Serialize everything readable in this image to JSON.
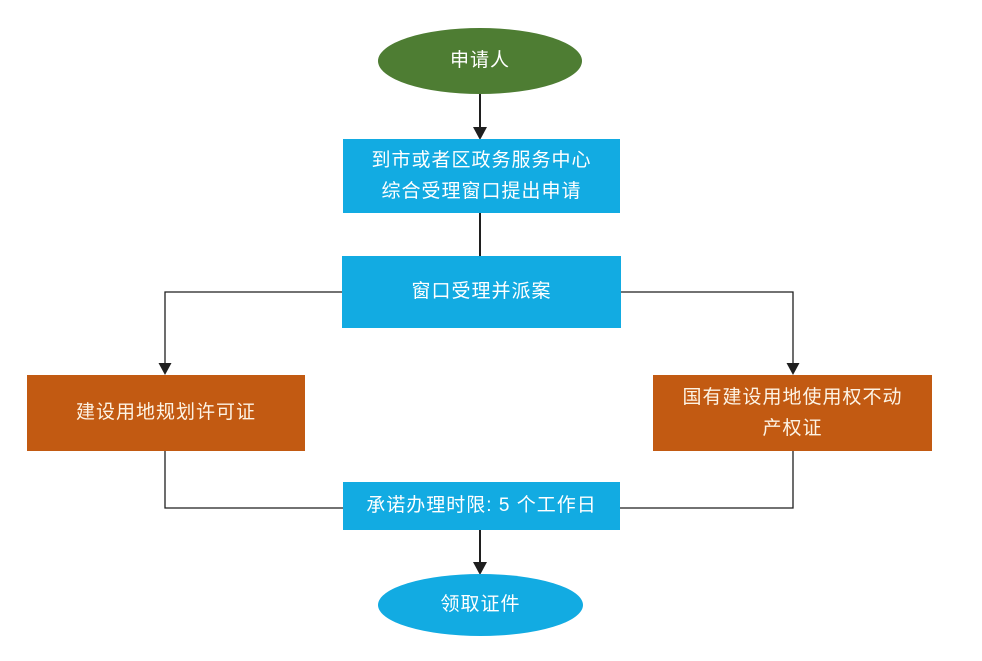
{
  "diagram": {
    "type": "flowchart",
    "nodes": {
      "applicant": {
        "shape": "ellipse",
        "label": "申请人"
      },
      "submit": {
        "shape": "rect",
        "lines": [
          "到市或者区政务服务中心",
          "综合受理窗口提出申请"
        ]
      },
      "accept": {
        "shape": "rect",
        "label": "窗口受理并派案"
      },
      "permit_left": {
        "shape": "rect",
        "label": "建设用地规划许可证"
      },
      "permit_right": {
        "shape": "rect",
        "lines": [
          "国有建设用地使用权不动",
          "产权证"
        ]
      },
      "time_limit": {
        "shape": "rect",
        "label": "承诺办理时限: 5 个工作日"
      },
      "receive": {
        "shape": "ellipse",
        "label": "领取证件"
      }
    },
    "edges": [
      {
        "from": "applicant",
        "to": "submit",
        "arrow": true
      },
      {
        "from": "submit",
        "to": "accept",
        "arrow": false
      },
      {
        "from": "accept",
        "to": "permit_left",
        "arrow": true
      },
      {
        "from": "accept",
        "to": "permit_right",
        "arrow": true
      },
      {
        "from": "permit_left",
        "to": "time_limit",
        "arrow": false
      },
      {
        "from": "permit_right",
        "to": "time_limit",
        "arrow": false
      },
      {
        "from": "time_limit",
        "to": "receive",
        "arrow": true
      }
    ],
    "colors": {
      "green": "#4e7d33",
      "blue": "#12abe2",
      "orange": "#c25a12",
      "line": "#1f1f1f",
      "text": "#ffffff"
    }
  }
}
